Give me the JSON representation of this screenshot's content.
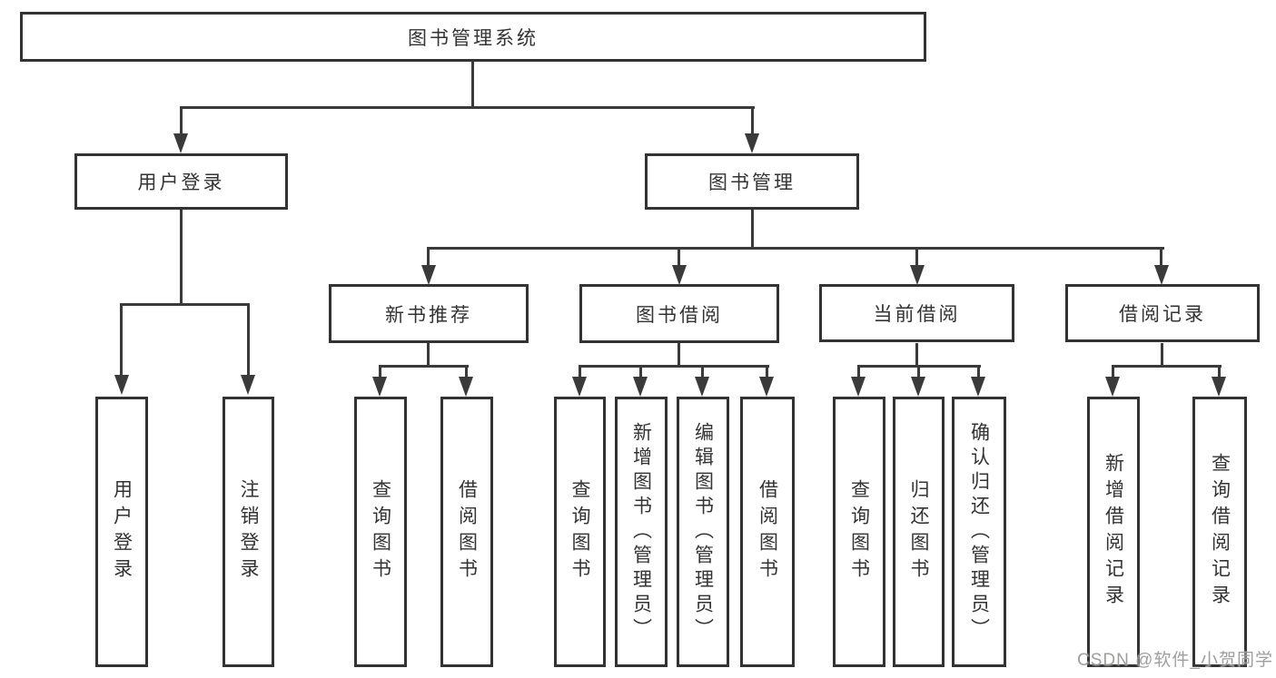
{
  "nodes": {
    "root": "图书管理系统",
    "user_login": "用户登录",
    "book_mgmt": "图书管理",
    "new_book_rec": "新书推荐",
    "book_borrow": "图书借阅",
    "current_borrow": "当前借阅",
    "borrow_record": "借阅记录",
    "leaf_user_login": "用户登录",
    "leaf_logout": "注销登录",
    "leaf_nb_query": "查询图书",
    "leaf_nb_borrow": "借阅图书",
    "leaf_bb_query": "查询图书",
    "leaf_bb_add": "新增图书（管理员）",
    "leaf_bb_edit": "编辑图书（管理员）",
    "leaf_bb_borrow": "借阅图书",
    "leaf_cb_query": "查询图书",
    "leaf_cb_return": "归还图书",
    "leaf_cb_confirm": "确认归还（管理员）",
    "leaf_br_add": "新增借阅记录",
    "leaf_br_query": "查询借阅记录"
  },
  "watermark": "CSDN @软件_小贺同学",
  "colors": {
    "line": "#3a3a3a",
    "text": "#333333",
    "background": "#ffffff",
    "watermark": "#969292"
  }
}
